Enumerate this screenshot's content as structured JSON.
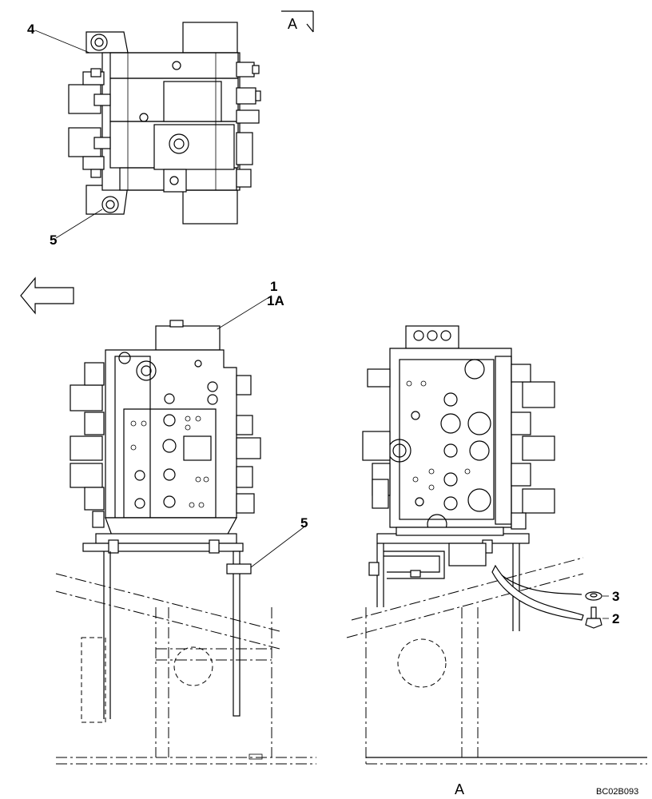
{
  "callouts": {
    "c1": "1",
    "c1a": "1A",
    "c2": "2",
    "c3": "3",
    "c4": "4",
    "c5_top": "5",
    "c5_mid": "5"
  },
  "view": {
    "section_marker": "A",
    "view_label": "A"
  },
  "drawing_code": "BC02B093"
}
